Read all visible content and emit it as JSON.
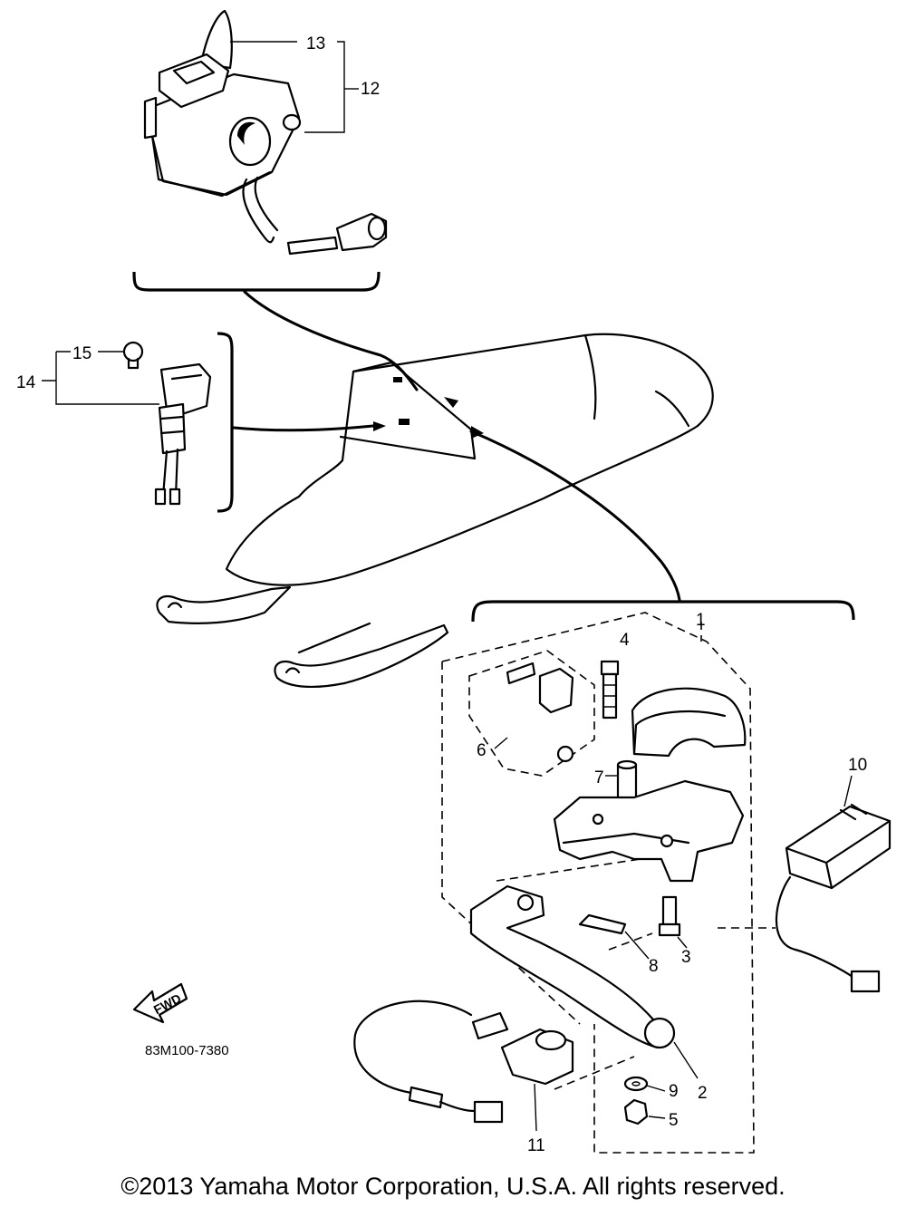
{
  "callouts": {
    "c1": "1",
    "c2": "2",
    "c3": "3",
    "c4": "4",
    "c5": "5",
    "c6": "6",
    "c7": "7",
    "c8": "8",
    "c9": "9",
    "c10": "10",
    "c11": "11",
    "c12": "12",
    "c13": "13",
    "c14": "14",
    "c15": "15"
  },
  "fwd_label": "FWD",
  "diagram_code": "83M100-7380",
  "copyright": "©2013 Yamaha Motor Corporation, U.S.A. All rights reserved."
}
